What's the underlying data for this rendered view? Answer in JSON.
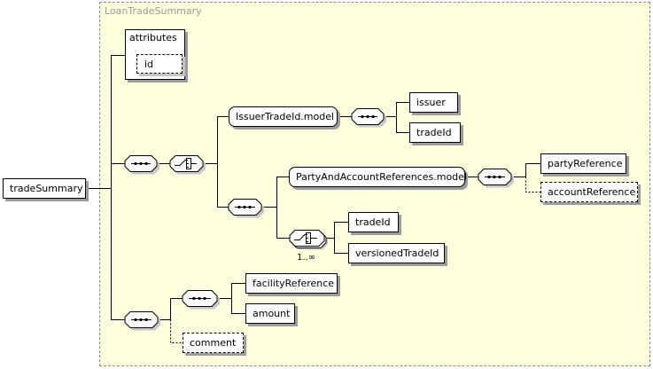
{
  "type_name": "LoanTradeSummary",
  "root": "tradeSummary",
  "attributes": {
    "label": "attributes",
    "items": [
      "id"
    ]
  },
  "groups": {
    "issuer_model": "IssuerTradeId.model",
    "party_model": "PartyAndAccountReferences.model"
  },
  "elements": {
    "issuer": "issuer",
    "trade_id": "tradeId",
    "party_reference": "partyReference",
    "account_reference": "accountReference",
    "trade_id_2": "tradeId",
    "versioned_trade_id": "versionedTradeId",
    "facility_reference": "facilityReference",
    "amount": "amount",
    "comment": "comment"
  },
  "occurrence": "1..∞"
}
